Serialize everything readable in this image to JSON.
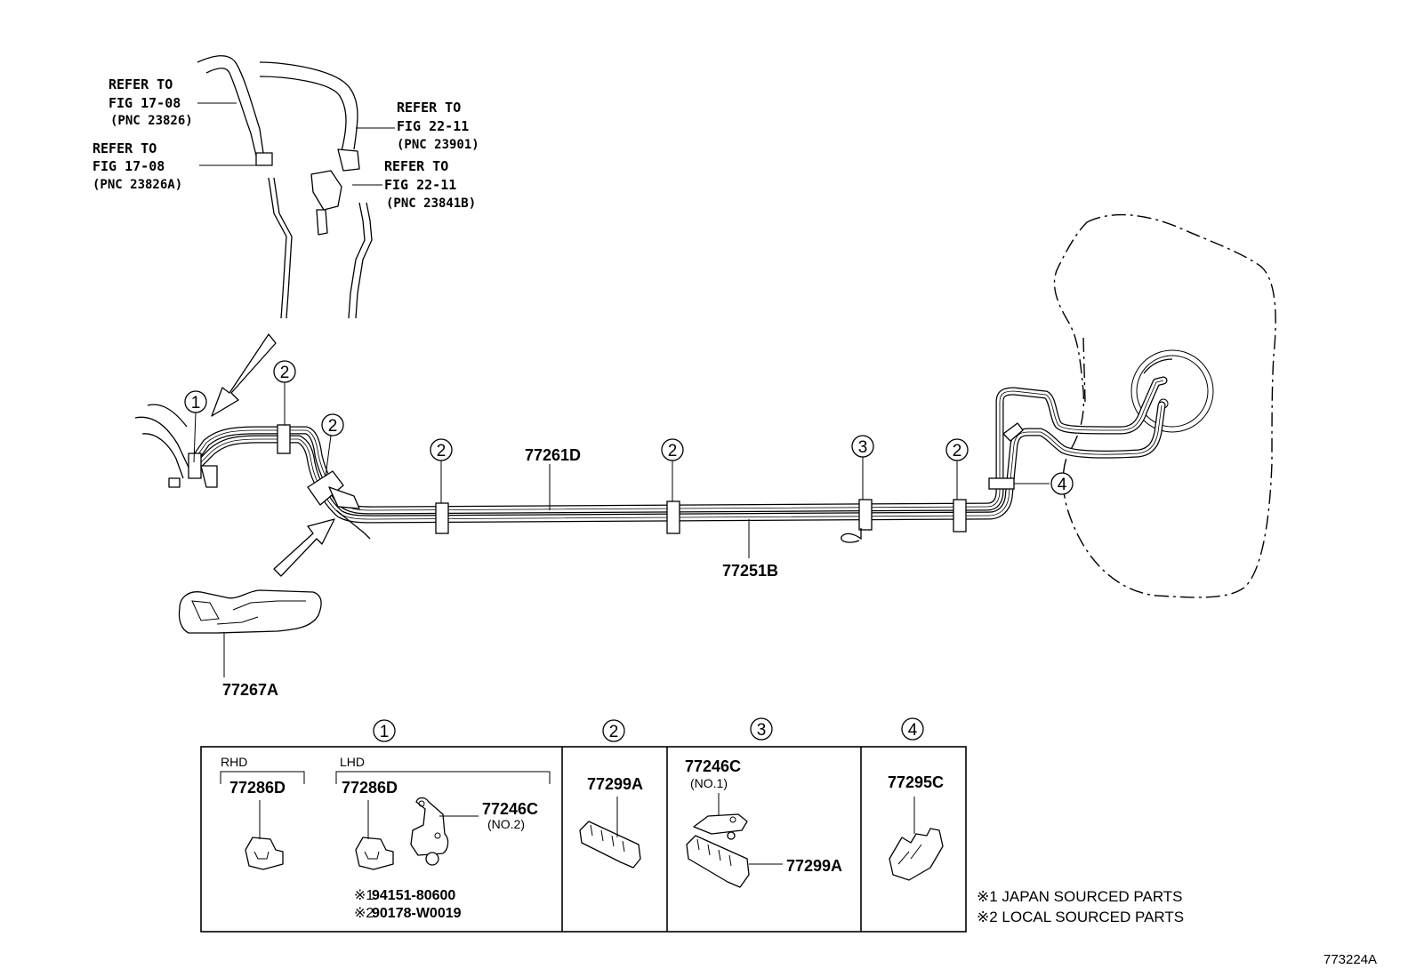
{
  "refs": {
    "ref1": {
      "l1": "REFER TO",
      "l2": "FIG 17-08",
      "l3": "(PNC 23826)"
    },
    "ref2": {
      "l1": "REFER TO",
      "l2": "FIG 17-08",
      "l3": "(PNC 23826A)"
    },
    "ref3": {
      "l1": "REFER TO",
      "l2": "FIG 22-11",
      "l3": "(PNC 23901)"
    },
    "ref4": {
      "l1": "REFER TO",
      "l2": "FIG 22-11",
      "l3": "(PNC 23841B)"
    }
  },
  "main": {
    "p77261d": "77261D",
    "p77251b": "77251B",
    "p77267a": "77267A"
  },
  "callouts": {
    "c1": "1",
    "c2": "2",
    "c3": "3",
    "c4": "4"
  },
  "table": {
    "h1": "1",
    "h2": "2",
    "h3": "3",
    "h4": "4",
    "rhd": "RHD",
    "lhd": "LHD",
    "rhd_part": "77286D",
    "lhd_part": "77286D",
    "bracket": "77246C",
    "bracket_no2": "(NO.2)",
    "bolt_mark1": "※1",
    "bolt1": "94151-80600",
    "bolt_mark2": "※2",
    "bolt2": "90178-W0019",
    "clamp2": "77299A",
    "bracket3": "77246C",
    "bracket3_no1": "(NO.1)",
    "clamp3": "77299A",
    "clamp4": "77295C"
  },
  "notes": {
    "n1": "※1 JAPAN SOURCED PARTS",
    "n2": "※2 LOCAL SOURCED PARTS"
  },
  "figure_code": "773224A"
}
